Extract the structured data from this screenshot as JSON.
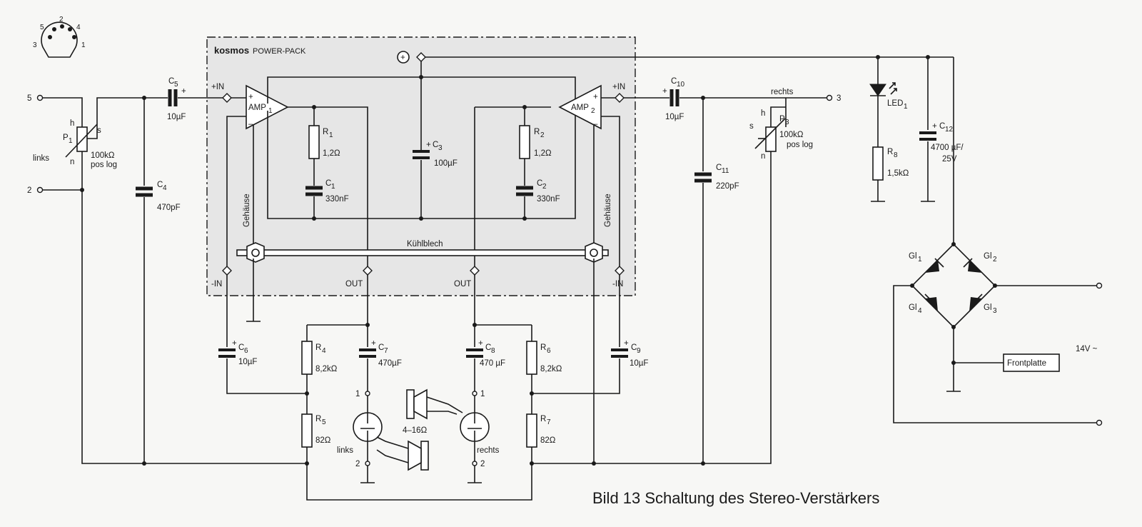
{
  "figure": {
    "title": "Bild 13  Schaltung des Stereo-Verstärkers",
    "colors": {
      "ink": "#1a1a1a",
      "module_fill": "#e6e6e6",
      "paper": "#f7f7f5"
    }
  },
  "module": {
    "brand": "kosmos",
    "name": "POWER-PACK",
    "heatsink": "Kühlblech",
    "case_left": "Gehäuse",
    "case_right": "Gehäuse",
    "plus_sign": "+"
  },
  "din_pins": [
    "1",
    "2",
    "3",
    "4",
    "5"
  ],
  "input_terminals": {
    "pin5": "5",
    "pin2": "2",
    "pin3": "3"
  },
  "amps": {
    "amp1": {
      "name": "AMP",
      "sub": "1",
      "in_plus": "+IN",
      "in_minus": "-IN",
      "out": "OUT",
      "sign_plus": "+",
      "sign_minus": "–"
    },
    "amp2": {
      "name": "AMP",
      "sub": "2",
      "in_plus": "+IN",
      "in_minus": "-IN",
      "out": "OUT",
      "sign_plus": "+",
      "sign_minus": "–"
    }
  },
  "components": {
    "P1": {
      "ref": "P",
      "sub": "1",
      "value": "100kΩ",
      "note": "pos log",
      "side": "links",
      "h": "h",
      "s": "s",
      "n": "n"
    },
    "P3": {
      "ref": "P",
      "sub": "3",
      "value": "100kΩ",
      "note": "pos log",
      "side": "rechts",
      "h": "h",
      "s": "s",
      "n": "n"
    },
    "C1": {
      "ref": "C",
      "sub": "1",
      "value": "330nF"
    },
    "C2": {
      "ref": "C",
      "sub": "2",
      "value": "330nF"
    },
    "C3": {
      "ref": "C",
      "sub": "3",
      "value": "100µF",
      "pol": "+"
    },
    "C4": {
      "ref": "C",
      "sub": "4",
      "value": "470pF"
    },
    "C5": {
      "ref": "C",
      "sub": "5",
      "value": "10µF",
      "pol": "+"
    },
    "C6": {
      "ref": "C",
      "sub": "6",
      "value": "10µF",
      "pol": "+"
    },
    "C7": {
      "ref": "C",
      "sub": "7",
      "value": "470µF",
      "pol": "+"
    },
    "C8": {
      "ref": "C",
      "sub": "8",
      "value": "470 µF",
      "pol": "+"
    },
    "C9": {
      "ref": "C",
      "sub": "9",
      "value": "10µF",
      "pol": "+"
    },
    "C10": {
      "ref": "C",
      "sub": "10",
      "value": "10µF",
      "pol": "+"
    },
    "C11": {
      "ref": "C",
      "sub": "11",
      "value": "220pF"
    },
    "C12": {
      "ref": "C",
      "sub": "12",
      "value": "4700 µF/",
      "value2": "25V",
      "pol": "+"
    },
    "R1": {
      "ref": "R",
      "sub": "1",
      "value": "1,2Ω"
    },
    "R2": {
      "ref": "R",
      "sub": "2",
      "value": "1,2Ω"
    },
    "R4": {
      "ref": "R",
      "sub": "4",
      "value": "8,2kΩ"
    },
    "R5": {
      "ref": "R",
      "sub": "5",
      "value": "82Ω"
    },
    "R6": {
      "ref": "R",
      "sub": "6",
      "value": "8,2kΩ"
    },
    "R7": {
      "ref": "R",
      "sub": "7",
      "value": "82Ω"
    },
    "R8": {
      "ref": "R",
      "sub": "8",
      "value": "1,5kΩ"
    },
    "LED1": {
      "ref": "LED",
      "sub": "1"
    },
    "Gl1": {
      "ref": "Gl",
      "sub": "1"
    },
    "Gl2": {
      "ref": "Gl",
      "sub": "2"
    },
    "Gl3": {
      "ref": "Gl",
      "sub": "3"
    },
    "Gl4": {
      "ref": "Gl",
      "sub": "4"
    }
  },
  "speakers": {
    "left": "links",
    "right": "rechts",
    "impedance": "4–16Ω",
    "pin1": "1",
    "pin2": "2"
  },
  "supply": {
    "voltage": "14V ~",
    "frontplate": "Frontplatte"
  }
}
